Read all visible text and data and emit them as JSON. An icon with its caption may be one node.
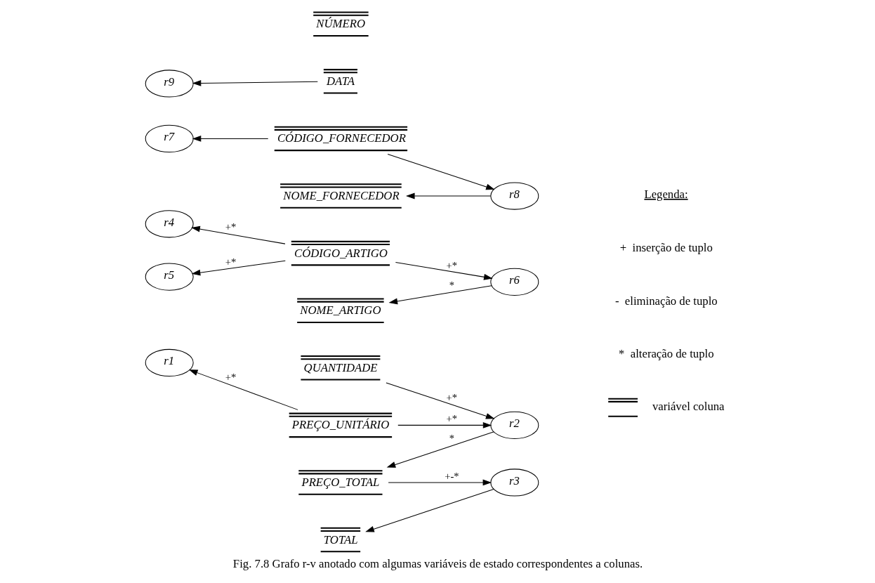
{
  "diagram": {
    "caption": "Fig. 7.8 Grafo r-v anotado com algumas variáveis de estado correspondentes a colunas.",
    "nodes": [
      {
        "text": [
          "NÚMERO"
        ]
      },
      {
        "text": [
          "r9"
        ]
      },
      {
        "text": [
          "DATA"
        ]
      },
      {
        "text": [
          "r7"
        ]
      },
      {
        "text": [
          "CÓDIGO_FORNECEDOR"
        ]
      },
      {
        "text": [
          "r8"
        ]
      },
      {
        "text": [
          "NOME_FORNECEDOR"
        ]
      },
      {
        "text": [
          "r4"
        ]
      },
      {
        "text": [
          "CÓDIGO_ARTIGO"
        ]
      },
      {
        "text": [
          "r6"
        ]
      },
      {
        "text": [
          "r5"
        ]
      },
      {
        "text": [
          "NOME_ARTIGO"
        ]
      },
      {
        "text": [
          "QUANTIDADE"
        ]
      },
      {
        "text": [
          "r1"
        ]
      },
      {
        "text": [
          "PREÇO_UNITÁRIO"
        ]
      },
      {
        "text": [
          "r2"
        ]
      },
      {
        "text": [
          "PREÇO_TOTAL"
        ]
      },
      {
        "text": [
          "r3"
        ]
      },
      {
        "text": [
          "TOTAL"
        ]
      }
    ],
    "edges": [
      {
        "from": 2,
        "to": 1,
        "arrow": "to"
      },
      {
        "from": 4,
        "to": 3,
        "arrow": "to"
      },
      {
        "from": 4,
        "to": 5,
        "arrow": "to"
      },
      {
        "from": 5,
        "to": 6,
        "arrow": "to"
      },
      {
        "from": 8,
        "to": 7,
        "arrow": "to",
        "label": "+*"
      },
      {
        "from": 8,
        "to": 10,
        "arrow": "to",
        "label": "+*"
      },
      {
        "from": 8,
        "to": 9,
        "arrow": "to",
        "label": "+*"
      },
      {
        "from": 9,
        "to": 11,
        "arrow": "to",
        "label": "*"
      },
      {
        "from": 12,
        "to": 15,
        "arrow": "to",
        "label": "+*"
      },
      {
        "from": 14,
        "to": 13,
        "arrow": "to",
        "label": "+*"
      },
      {
        "from": 14,
        "to": 15,
        "arrow": "to",
        "label": "+*"
      },
      {
        "from": 15,
        "to": 16,
        "arrow": "to",
        "label": "*"
      },
      {
        "from": 16,
        "to": 17,
        "arrow": "to",
        "label": "+-*"
      },
      {
        "from": 17,
        "to": 18,
        "arrow": "to"
      }
    ],
    "labels": [
      "Legenda:"
    ],
    "legend": [
      {
        "text": "+  inserção de tuplo"
      },
      {
        "text": "-  eliminação de tuplo"
      },
      {
        "text": "*  alteração de tuplo"
      },
      {
        "text": "variável coluna"
      }
    ]
  }
}
